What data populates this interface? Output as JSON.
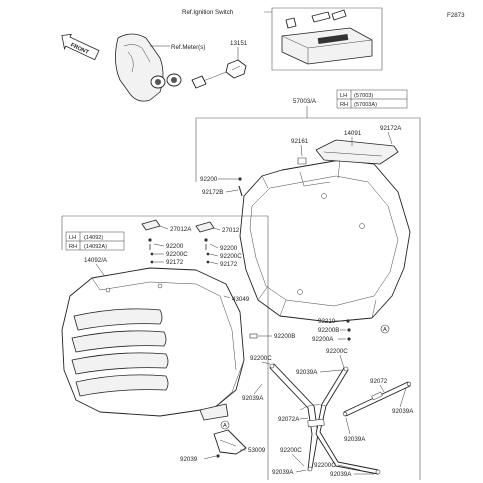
{
  "diagram_id": "F2873",
  "front_tag": "FRONT",
  "refs": {
    "ignition": "Ref.Ignition Switch",
    "meter": "Ref.Meter(s)"
  },
  "table_upper": {
    "ref": "57003/A",
    "rows": [
      {
        "side": "LH",
        "part": "(57003)"
      },
      {
        "side": "RH",
        "part": "(57003A)"
      }
    ]
  },
  "table_lower": {
    "rows": [
      {
        "side": "LH",
        "part": "(14092)"
      },
      {
        "side": "RH",
        "part": "(14092A)"
      }
    ]
  },
  "callouts": {
    "p13151": "13151",
    "p92161": "92161",
    "p14091": "14091",
    "p92172A_top": "92172A",
    "p92200_a": "92200",
    "p92172B": "92172B",
    "p27012A": "27012A",
    "p27012": "27012",
    "p92200_b": "92200",
    "p92200C_b": "92200C",
    "p92172_b": "92172",
    "p92200_c": "92200",
    "p92200C_c": "92200C",
    "p92172_c": "92172",
    "p14092A": "14092/A",
    "p43049": "43049",
    "p92210": "92210",
    "p92200B_r": "92200B",
    "p92200A_r": "92200A",
    "pA_r": "A",
    "p92200C_r": "92200C",
    "p92200B_m": "92200B",
    "p92200C_m": "92200C",
    "p92039A_m": "92039A",
    "p92039A_l": "92039A",
    "p92072": "92072",
    "p92072A": "92072A",
    "p92039A_r": "92039A",
    "p92039A_b": "92039A",
    "pA_b": "A",
    "p53009": "53009",
    "p92039": "92039",
    "p92200C_bl": "92200C",
    "p92039A_bl": "92039A",
    "p92200C_br": "92200C",
    "p92039A_br": "92039A"
  }
}
